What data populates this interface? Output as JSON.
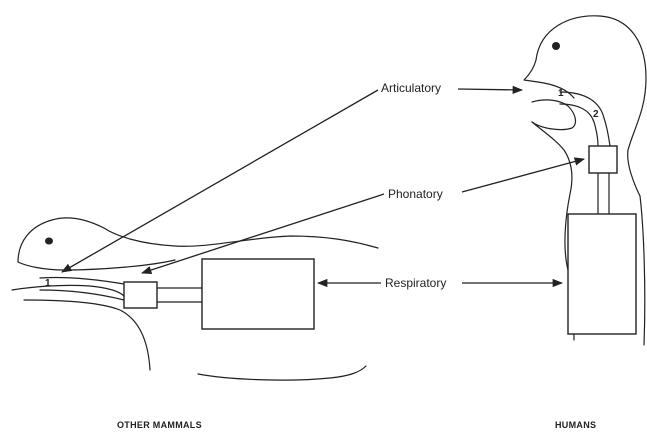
{
  "labels": {
    "articulatory": "Articulatory",
    "phonatory": "Phonatory",
    "respiratory": "Respiratory"
  },
  "captions": {
    "left": "OTHER MAMMALS",
    "right": "HUMANS"
  },
  "tube_numbers": {
    "mammal_1": "1",
    "human_1": "1",
    "human_2": "2"
  },
  "colors": {
    "ink": "#222222",
    "background": "#ffffff"
  }
}
